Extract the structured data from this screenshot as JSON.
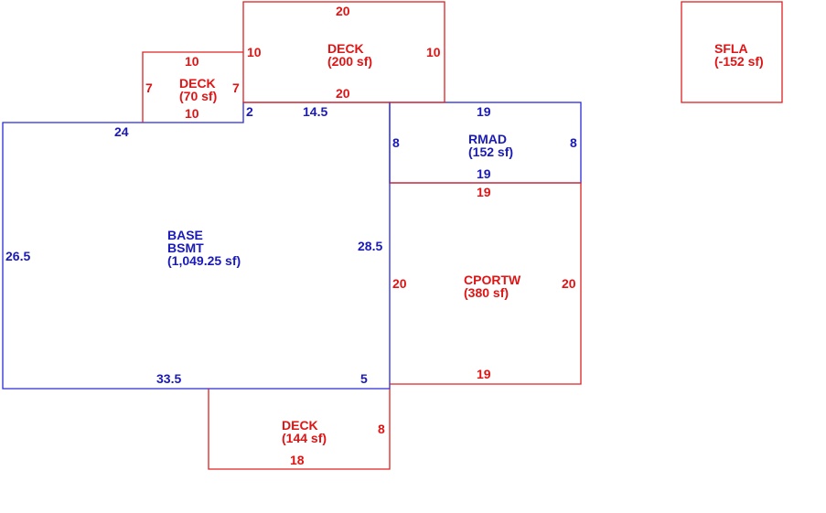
{
  "colors": {
    "blue": "#1a1ab8",
    "red": "#e01414",
    "blue_line": "#2a2ad8",
    "red_line": "#e02020",
    "background": "#ffffff"
  },
  "areas": {
    "base": {
      "line1": "BASE",
      "line2": "BSMT",
      "area": "(1,049.25 sf)",
      "dims": {
        "top_left": "24",
        "top_step": "2",
        "top_right": "14.5",
        "left": "26.5",
        "right": "28.5",
        "bottom": "33.5",
        "bottom_right": "5"
      }
    },
    "rmad": {
      "label": "RMAD",
      "area": "(152 sf)",
      "dims": {
        "top": "19",
        "bottom": "19",
        "left": "8",
        "right": "8"
      }
    },
    "cportw": {
      "label": "CPORTW",
      "area": "(380 sf)",
      "dims": {
        "top": "19",
        "bottom": "19",
        "left": "20",
        "right": "20"
      }
    },
    "deck_top": {
      "label": "DECK",
      "area": "(200 sf)",
      "dims": {
        "top": "20",
        "bottom": "20",
        "left": "10",
        "right": "10"
      }
    },
    "deck_small": {
      "label": "DECK",
      "area": "(70 sf)",
      "dims": {
        "top": "10",
        "bottom": "10",
        "left": "7",
        "right": "7"
      }
    },
    "deck_bottom": {
      "label": "DECK",
      "area": "(144 sf)",
      "dims": {
        "right": "8",
        "bottom": "18"
      }
    },
    "sfla": {
      "label": "SFLA",
      "area": "(-152 sf)"
    }
  }
}
